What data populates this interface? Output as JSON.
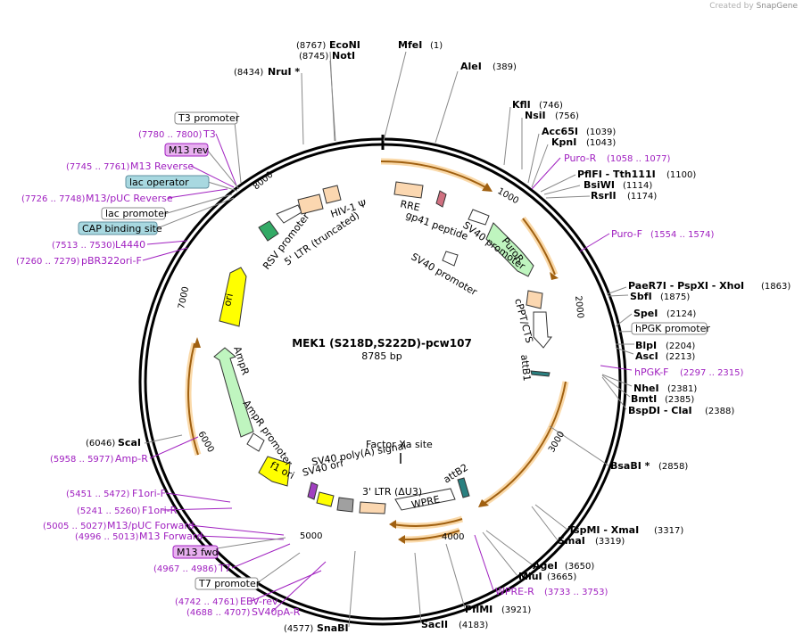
{
  "credit": {
    "prefix": "Created by",
    "brand": "SnapGene"
  },
  "plasmid": {
    "name": "MEK1 (S218D,S222D)-pcw107",
    "length": "8785 bp"
  },
  "ticks": [
    "1000",
    "2000",
    "3000",
    "4000",
    "5000",
    "6000",
    "7000",
    "8000"
  ],
  "colors": {
    "primer": "#a020c0",
    "orf_arrow": "#e8a838",
    "puro": "#bff5bf",
    "ori": "#ffff00",
    "outline": "#000000"
  },
  "enzymes": [
    {
      "pos": "(8767)",
      "name": "EcoNI"
    },
    {
      "name": "MfeI",
      "pos": "(1)"
    },
    {
      "pos": "(8745)",
      "name": "NotI"
    },
    {
      "name": "AleI",
      "pos": "(389)"
    },
    {
      "pos": "(8434)",
      "name": "NruI *"
    },
    {
      "name": "KflI",
      "pos": "(746)"
    },
    {
      "name": "NsiI",
      "pos": "(756)"
    },
    {
      "name": "Acc65I",
      "pos": "(1039)"
    },
    {
      "name": "KpnI",
      "pos": "(1043)"
    },
    {
      "name": "PflFI - Tth111I",
      "pos": "(1100)"
    },
    {
      "name": "BsiWI",
      "pos": "(1114)"
    },
    {
      "name": "RsrII",
      "pos": "(1174)"
    },
    {
      "name": "PaeR7I - PspXI - XhoI",
      "pos": "(1863)"
    },
    {
      "name": "SbfI",
      "pos": "(1875)"
    },
    {
      "name": "SpeI",
      "pos": "(2124)"
    },
    {
      "name": "BlpI",
      "pos": "(2204)"
    },
    {
      "name": "AscI",
      "pos": "(2213)"
    },
    {
      "name": "NheI",
      "pos": "(2381)"
    },
    {
      "name": "BmtI",
      "pos": "(2385)"
    },
    {
      "name": "BspDI - ClaI",
      "pos": "(2388)"
    },
    {
      "name": "BsaBI *",
      "pos": "(2858)"
    },
    {
      "name": "TspMI - XmaI",
      "pos": "(3317)"
    },
    {
      "name": "SmaI",
      "pos": "(3319)"
    },
    {
      "name": "AgeI",
      "pos": "(3650)"
    },
    {
      "name": "MluI",
      "pos": "(3665)"
    },
    {
      "name": "PflMI",
      "pos": "(3921)"
    },
    {
      "name": "SacII",
      "pos": "(4183)"
    },
    {
      "pos": "(4577)",
      "name": "SnaBI"
    },
    {
      "pos": "(6046)",
      "name": "ScaI"
    }
  ],
  "primers_right": [
    {
      "name": "Puro-R",
      "pos": "(1058 .. 1077)"
    },
    {
      "name": "Puro-F",
      "pos": "(1554 .. 1574)"
    },
    {
      "name": "hPGK-F",
      "pos": "(2297 .. 2315)"
    },
    {
      "name": "WPRE-R",
      "pos": "(3733 .. 3753)"
    }
  ],
  "primers_left": [
    {
      "pos": "(7780 .. 7800)",
      "name": "T3"
    },
    {
      "pos": "(7745 .. 7761)",
      "name": "M13 Reverse"
    },
    {
      "pos": "(7726 .. 7748)",
      "name": "M13/pUC Reverse"
    },
    {
      "pos": "(7513 .. 7530)",
      "name": "L4440"
    },
    {
      "pos": "(7260 .. 7279)",
      "name": "pBR322ori-F"
    },
    {
      "pos": "(5958 .. 5977)",
      "name": "Amp-R"
    },
    {
      "pos": "(5451 .. 5472)",
      "name": "F1ori-F"
    },
    {
      "pos": "(5241 .. 5260)",
      "name": "F1ori-R"
    },
    {
      "pos": "(5005 .. 5027)",
      "name": "M13/pUC Forward"
    },
    {
      "pos": "(4996 .. 5013)",
      "name": "M13 Forward"
    },
    {
      "pos": "(4967 .. 4986)",
      "name": "T7"
    },
    {
      "pos": "(4742 .. 4761)",
      "name": "EBV-rev"
    },
    {
      "pos": "(4688 .. 4707)",
      "name": "SV40pA-R"
    }
  ],
  "boxed": {
    "t3_promoter": "T3 promoter",
    "m13_rev": "M13 rev",
    "lac_operator": "lac operator",
    "lac_promoter": "lac promoter",
    "cap_site": "CAP binding site",
    "hpgk_promoter": "hPGK promoter",
    "m13_fwd": "M13 fwd",
    "t7_promoter": "T7 promoter"
  },
  "features": {
    "hiv1": "HIV-1 Ψ",
    "rre": "RRE",
    "gp41": "gp41 peptide",
    "sv40_promoter_a": "SV40 promoter",
    "sv40_promoter_b": "SV40 promoter",
    "puror": "PuroR",
    "cppt": "cPPT/CTS",
    "attb1": "attB1",
    "attb2": "attB2",
    "wpre": "WPRE",
    "ltr3": "3' LTR (ΔU3)",
    "sv40_polya": "SV40 poly(A) signal",
    "sv40_ori": "SV40 ori",
    "f1_ori": "f1 ori",
    "ampr_promoter": "AmpR promoter",
    "ampr": "AmpR",
    "ori": "ori",
    "rsv_promoter": "RSV promoter",
    "ltr5": "5' LTR (truncated)",
    "factor_xa": "Factor Xa site"
  }
}
